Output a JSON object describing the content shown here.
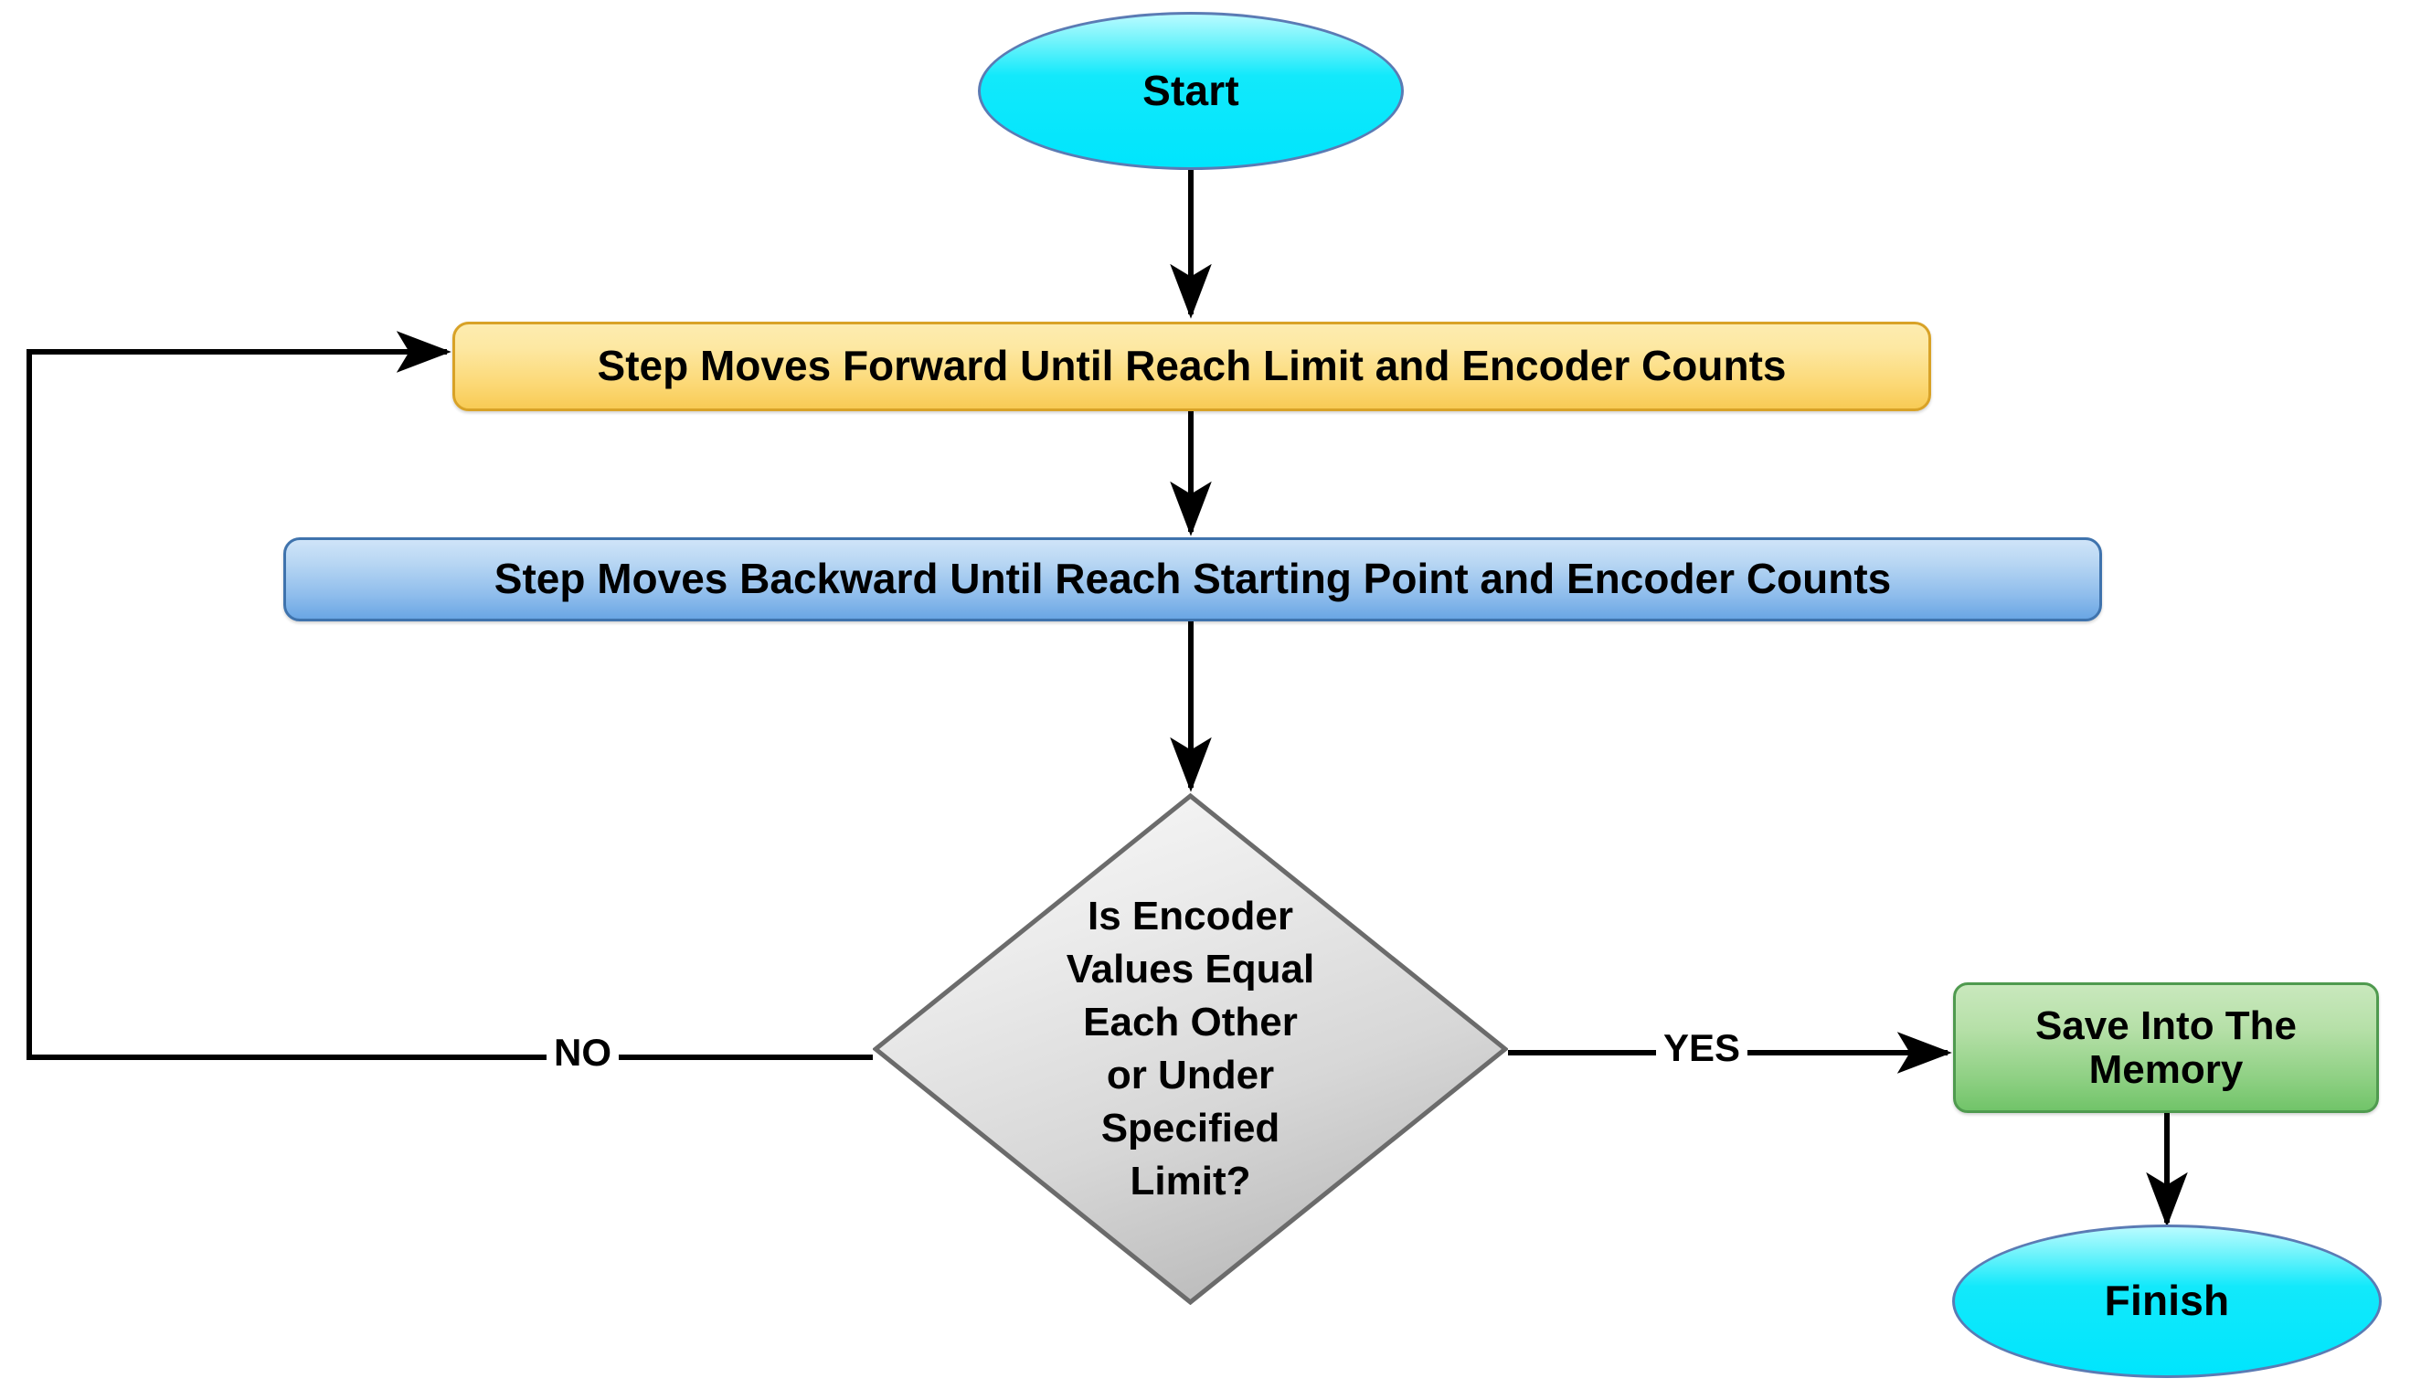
{
  "diagram": {
    "type": "flowchart",
    "title": "",
    "background_color": "#ffffff"
  },
  "nodes": {
    "start": {
      "label": "Start",
      "shape": "ellipse",
      "role": "terminator",
      "fill_color": "#00e5fd",
      "border_color": "#5b7bb4"
    },
    "step_forward": {
      "label": "Step Moves Forward Until Reach Limit and Encoder Counts",
      "shape": "rounded-rectangle",
      "role": "process",
      "fill_color": "#fcd977",
      "border_color": "#d8a227"
    },
    "step_backward": {
      "label": "Step Moves Backward Until Reach Starting Point and Encoder Counts",
      "shape": "rounded-rectangle",
      "role": "process",
      "fill_color": "#8fbdec",
      "border_color": "#3f73ad"
    },
    "decision": {
      "label": "Is Encoder\nValues Equal\nEach Other\nor Under\nSpecified\nLimit?",
      "shape": "diamond",
      "role": "decision",
      "fill_color": "#d2d2d2",
      "border_color": "#6b6b6b"
    },
    "save_memory": {
      "label": "Save Into The\nMemory",
      "shape": "rounded-rectangle",
      "role": "process",
      "fill_color": "#8ed083",
      "border_color": "#4f9a4f"
    },
    "finish": {
      "label": "Finish",
      "shape": "ellipse",
      "role": "terminator",
      "fill_color": "#00e5fd",
      "border_color": "#5b7bb4"
    }
  },
  "edges": [
    {
      "from": "start",
      "to": "step_forward",
      "label": ""
    },
    {
      "from": "step_forward",
      "to": "step_backward",
      "label": ""
    },
    {
      "from": "step_backward",
      "to": "decision",
      "label": ""
    },
    {
      "from": "decision",
      "to": "step_forward",
      "label": "NO"
    },
    {
      "from": "decision",
      "to": "save_memory",
      "label": "YES"
    },
    {
      "from": "save_memory",
      "to": "finish",
      "label": ""
    }
  ],
  "edge_labels": {
    "no": "NO",
    "yes": "YES"
  },
  "colors": {
    "edge_stroke": "#000000",
    "terminator_fill": "#00e5fd",
    "process_yellow_fill": "#fcd977",
    "process_blue_fill": "#8fbdec",
    "process_green_fill": "#8ed083",
    "decision_fill": "#d2d2d2"
  }
}
